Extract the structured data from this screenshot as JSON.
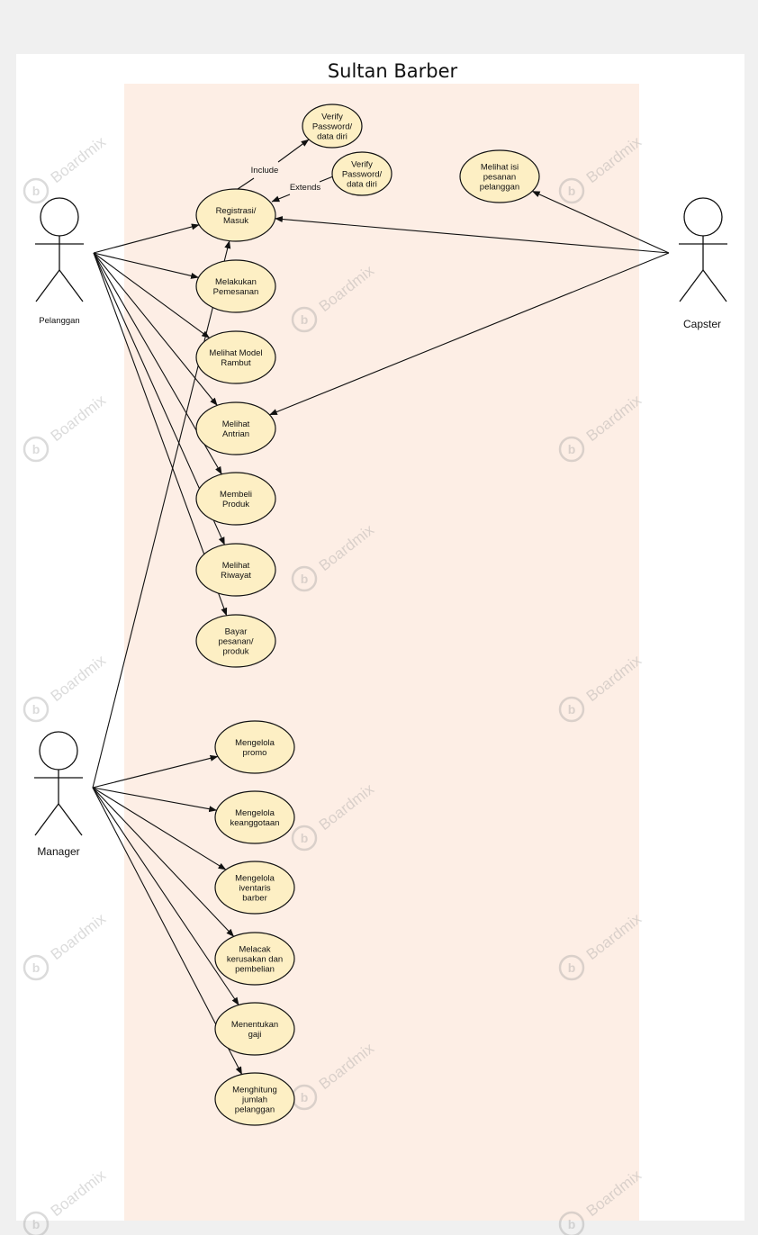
{
  "title": "Sultan Barber",
  "watermark": "Boardmix",
  "actors": [
    {
      "id": "pelanggan",
      "label": "Pelanggan"
    },
    {
      "id": "capster",
      "label": "Capster"
    },
    {
      "id": "manager",
      "label": "Manager"
    }
  ],
  "use_cases": [
    {
      "id": "verify1",
      "lines": [
        "Verify",
        "Password/",
        "data diri"
      ]
    },
    {
      "id": "verify2",
      "lines": [
        "Verify",
        "Password/",
        "data diri"
      ]
    },
    {
      "id": "registrasi",
      "lines": [
        "Registrasi/",
        "Masuk"
      ]
    },
    {
      "id": "lihat-pesanan",
      "lines": [
        "Melihat isi",
        "pesanan",
        "pelanggan"
      ]
    },
    {
      "id": "pemesanan",
      "lines": [
        "Melakukan",
        "Pemesanan"
      ]
    },
    {
      "id": "model-rambut",
      "lines": [
        "Melihat Model",
        "Rambut"
      ]
    },
    {
      "id": "antrian",
      "lines": [
        "Melihat",
        "Antrian"
      ]
    },
    {
      "id": "produk",
      "lines": [
        "Membeli",
        "Produk"
      ]
    },
    {
      "id": "riwayat",
      "lines": [
        "Melihat",
        "Riwayat"
      ]
    },
    {
      "id": "bayar",
      "lines": [
        "Bayar",
        "pesanan/",
        "produk"
      ]
    },
    {
      "id": "promo",
      "lines": [
        "Mengelola",
        "promo"
      ]
    },
    {
      "id": "keanggotaan",
      "lines": [
        "Mengelola",
        "keanggotaan"
      ]
    },
    {
      "id": "iventaris",
      "lines": [
        "Mengelola",
        "iventaris",
        "barber"
      ]
    },
    {
      "id": "melacak",
      "lines": [
        "Melacak",
        "kerusakan dan",
        "pembelian"
      ]
    },
    {
      "id": "gaji",
      "lines": [
        "Menentukan",
        "gaji"
      ]
    },
    {
      "id": "menghitung",
      "lines": [
        "Menghitung",
        "jumlah",
        "pelanggan"
      ]
    }
  ],
  "relations": [
    {
      "label": "Include",
      "from": "registrasi",
      "to": "verify1"
    },
    {
      "label": "Extends",
      "from": "verify2",
      "to": "registrasi"
    }
  ],
  "associations": [
    {
      "actor": "pelanggan",
      "use_case": "registrasi"
    },
    {
      "actor": "pelanggan",
      "use_case": "pemesanan"
    },
    {
      "actor": "pelanggan",
      "use_case": "model-rambut"
    },
    {
      "actor": "pelanggan",
      "use_case": "antrian"
    },
    {
      "actor": "pelanggan",
      "use_case": "produk"
    },
    {
      "actor": "pelanggan",
      "use_case": "riwayat"
    },
    {
      "actor": "pelanggan",
      "use_case": "bayar"
    },
    {
      "actor": "capster",
      "use_case": "lihat-pesanan"
    },
    {
      "actor": "capster",
      "use_case": "registrasi"
    },
    {
      "actor": "capster",
      "use_case": "antrian"
    },
    {
      "actor": "manager",
      "use_case": "registrasi"
    },
    {
      "actor": "manager",
      "use_case": "promo"
    },
    {
      "actor": "manager",
      "use_case": "keanggotaan"
    },
    {
      "actor": "manager",
      "use_case": "iventaris"
    },
    {
      "actor": "manager",
      "use_case": "melacak"
    },
    {
      "actor": "manager",
      "use_case": "gaji"
    },
    {
      "actor": "manager",
      "use_case": "menghitung"
    }
  ]
}
